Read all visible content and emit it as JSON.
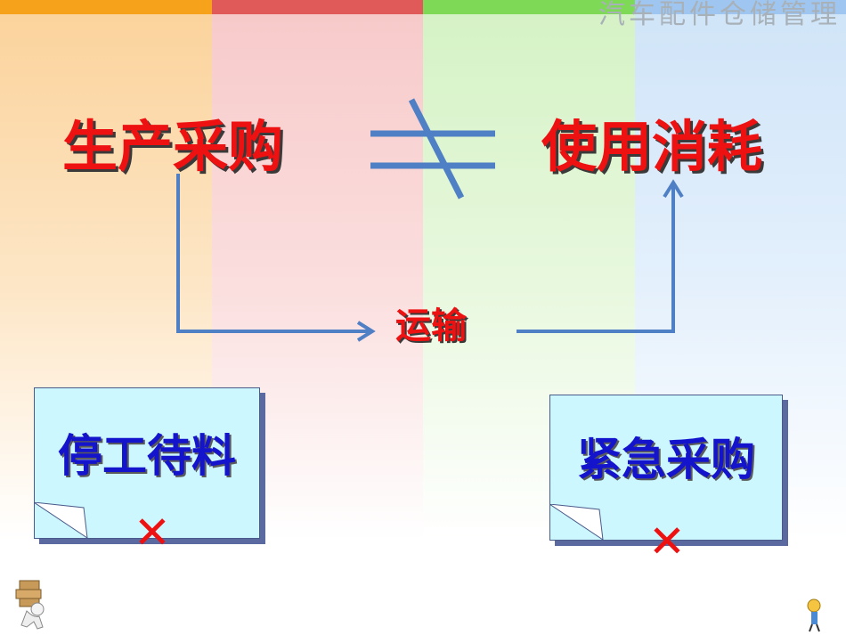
{
  "header": {
    "title": "汽车配件仓储管理"
  },
  "diagram": {
    "left_node": "生产采购",
    "relation_symbol": "≠",
    "right_node": "使用消耗",
    "connector_label": "运输"
  },
  "notes": [
    {
      "label": "停工待料",
      "mark": "✕"
    },
    {
      "label": "紧急采购",
      "mark": "✕"
    }
  ],
  "colors": {
    "heading_red": "#ee1111",
    "note_text_blue": "#1414cc",
    "note_fill": "#ccf7ff",
    "arrow_blue": "#4f7fc4",
    "topbar_orange": "#f7a21b",
    "topbar_red": "#e05a5a",
    "topbar_green": "#7ed957",
    "topbar_blue": "#9ec6f0"
  },
  "icons": {
    "bottom_left": "person-carrying-boxes-icon",
    "bottom_right": "mascot-figure-icon"
  }
}
